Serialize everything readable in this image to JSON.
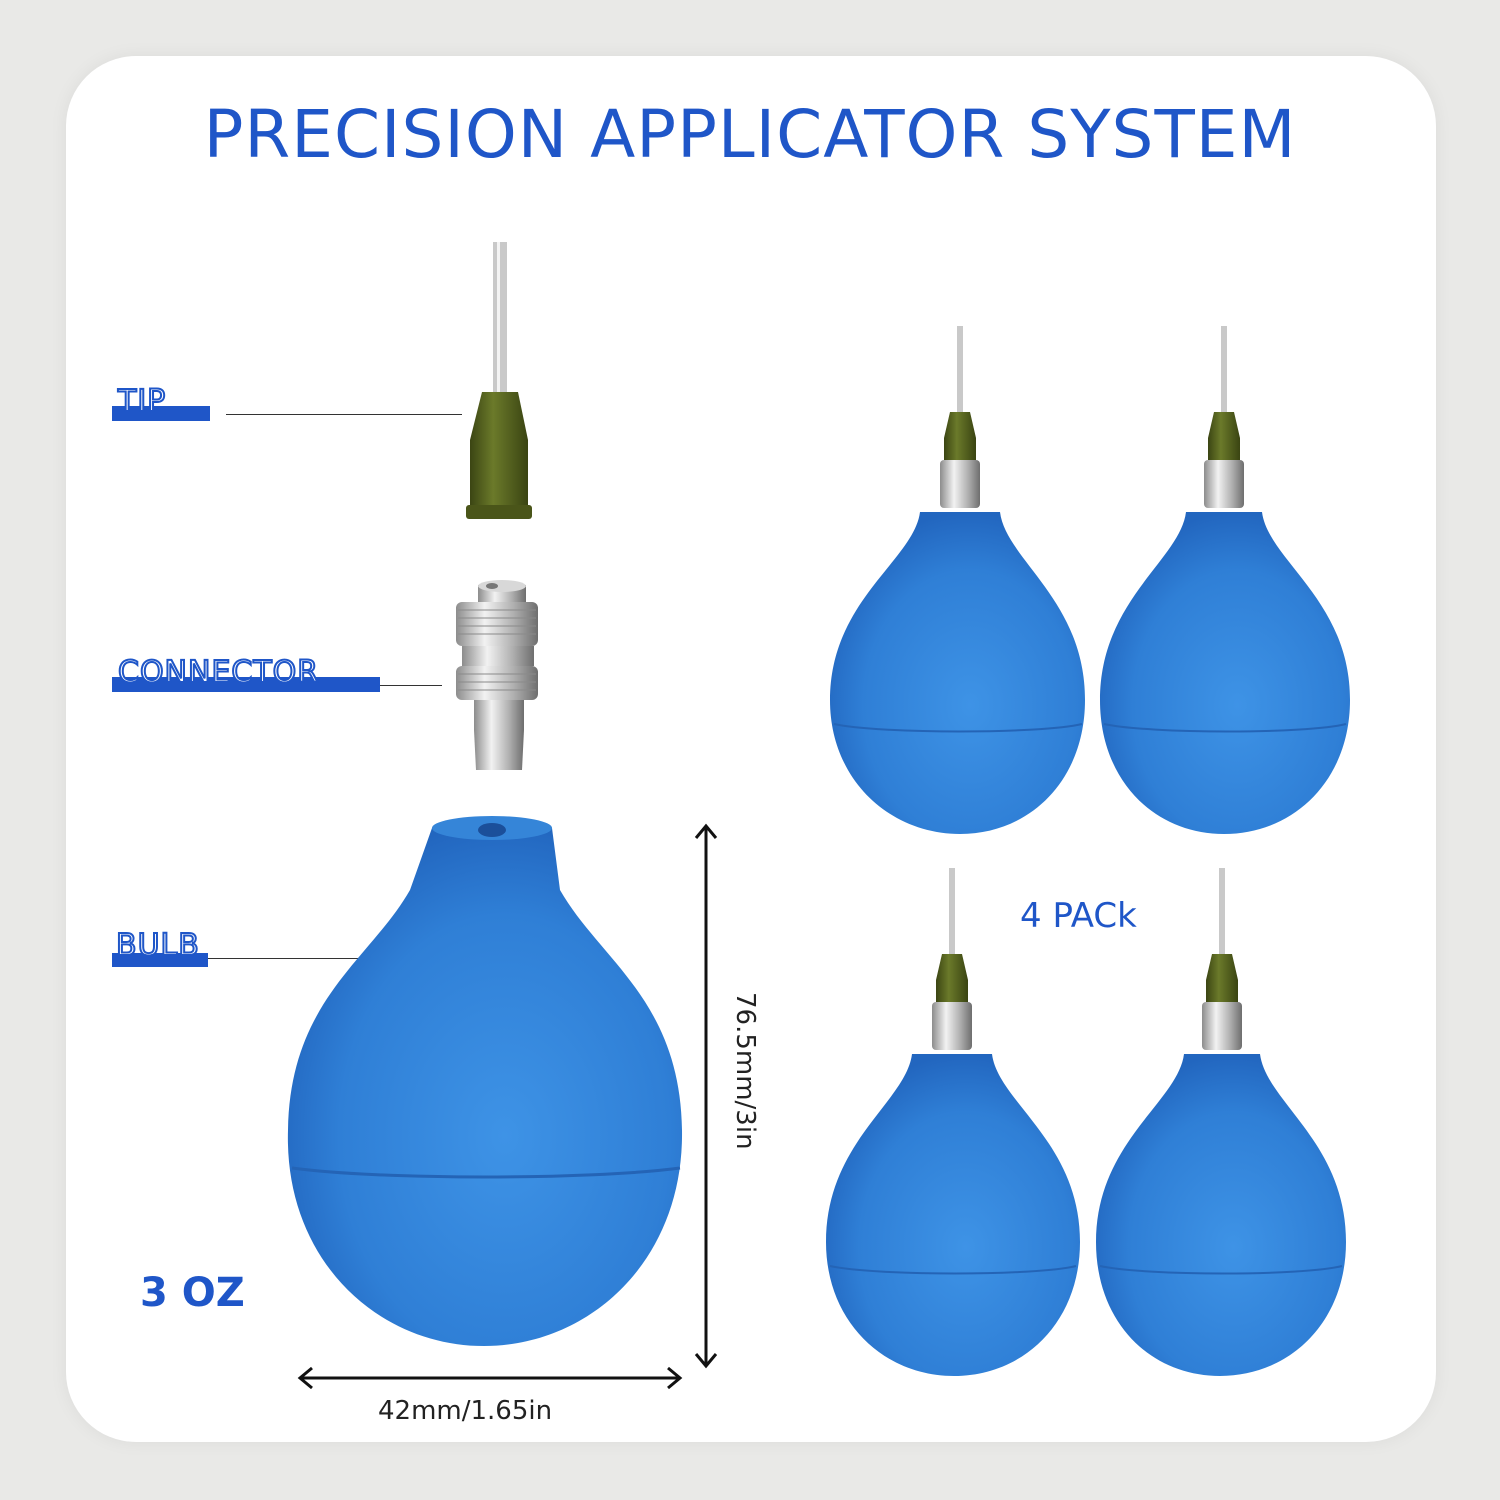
{
  "title": "PRECISION APPLICATOR SYSTEM",
  "parts": {
    "tip": "TIP",
    "connector": "CONNECTOR",
    "bulb": "BULB"
  },
  "capacity": "3 OZ",
  "pack": "4 PACk",
  "dimensions": {
    "width": "42mm/1.65in",
    "height": "76.5mm/3in"
  },
  "colors": {
    "accent": "#1f56c8",
    "bulb": "#2f7fd6",
    "tip_hub": "#4e5a1c"
  }
}
